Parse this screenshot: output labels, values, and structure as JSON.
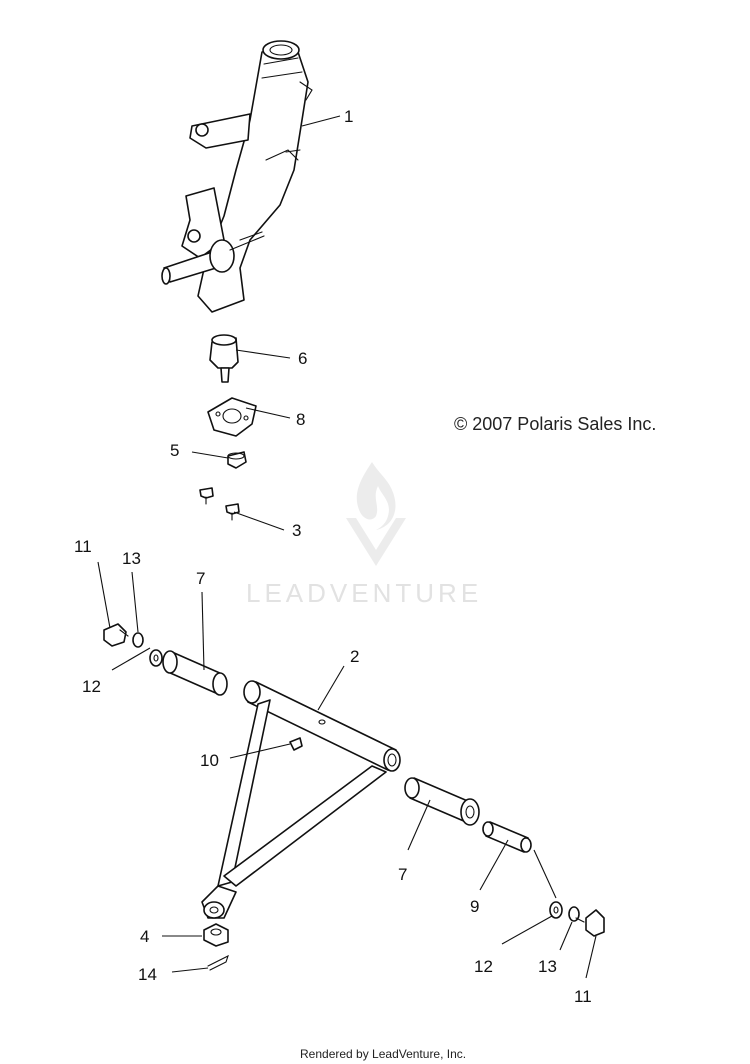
{
  "callouts": {
    "c1": "1",
    "c2": "2",
    "c3": "3",
    "c4": "4",
    "c5": "5",
    "c6": "6",
    "c7a": "7",
    "c7b": "7",
    "c8": "8",
    "c9": "9",
    "c10": "10",
    "c11a": "11",
    "c11b": "11",
    "c12a": "12",
    "c12b": "12",
    "c13a": "13",
    "c13b": "13",
    "c14": "14"
  },
  "copyright": "© 2007 Polaris Sales Inc.",
  "watermark": {
    "text": "LEADVENTURE",
    "icon": "flame-v-logo"
  },
  "footer": "Rendered by LeadVenture, Inc."
}
